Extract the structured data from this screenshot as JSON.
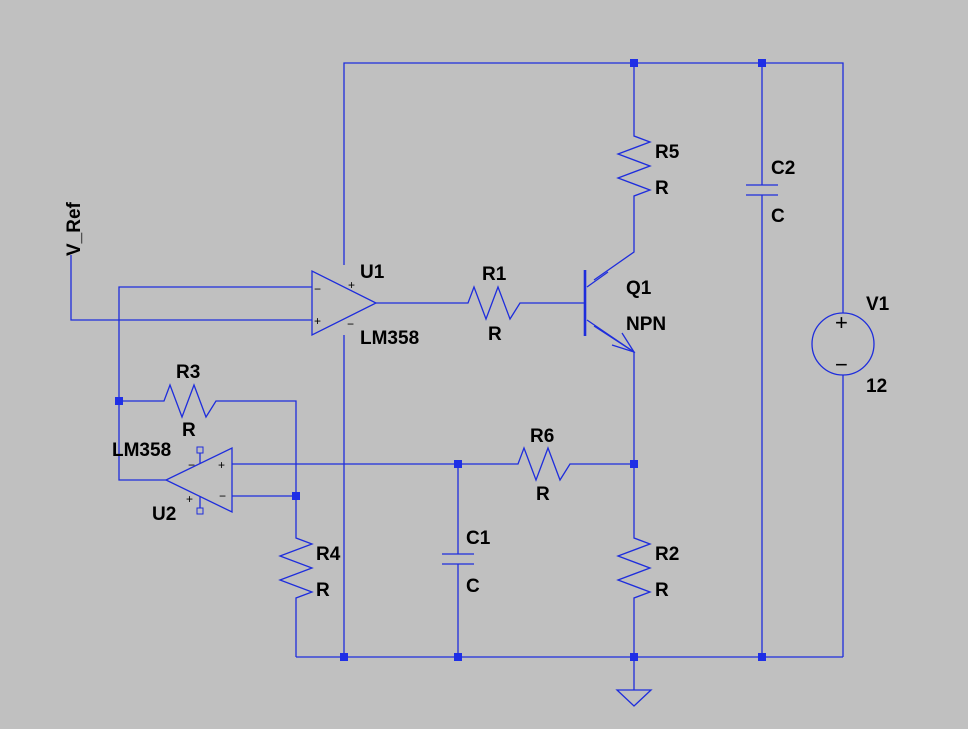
{
  "colors": {
    "background": "#c0c0c0",
    "wire": "#1e2ddc",
    "junction": "#1f2fe6",
    "text": "#000000"
  },
  "net_labels": {
    "v_ref": "V_Ref"
  },
  "components": {
    "U1": {
      "ref": "U1",
      "value": "LM358"
    },
    "U2": {
      "ref": "U2",
      "value": "LM358"
    },
    "R1": {
      "ref": "R1",
      "value": "R"
    },
    "R2": {
      "ref": "R2",
      "value": "R"
    },
    "R3": {
      "ref": "R3",
      "value": "R"
    },
    "R4": {
      "ref": "R4",
      "value": "R"
    },
    "R5": {
      "ref": "R5",
      "value": "R"
    },
    "R6": {
      "ref": "R6",
      "value": "R"
    },
    "C1": {
      "ref": "C1",
      "value": "C"
    },
    "C2": {
      "ref": "C2",
      "value": "C"
    },
    "Q1": {
      "ref": "Q1",
      "value": "NPN"
    },
    "V1": {
      "ref": "V1",
      "value": "12"
    }
  },
  "pin_symbols": {
    "plus": "+",
    "minus": "−"
  }
}
